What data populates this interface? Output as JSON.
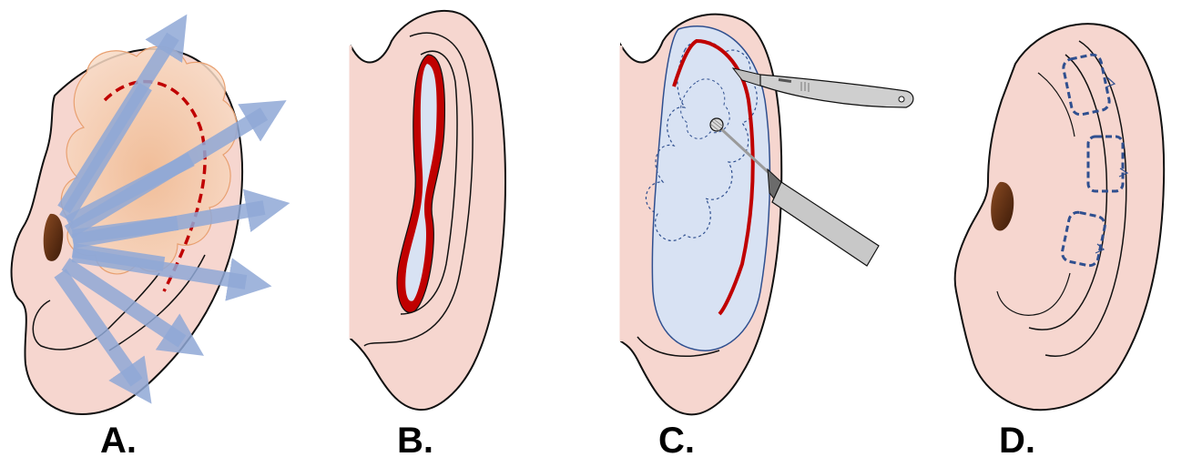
{
  "panels": [
    {
      "label": "A.",
      "icon": "ear-with-tissue-expansion-arrows"
    },
    {
      "label": "B.",
      "icon": "ear-with-elliptical-incision"
    },
    {
      "label": "C.",
      "icon": "ear-with-scalpel-and-cautery-tools"
    },
    {
      "label": "D.",
      "icon": "ear-with-dashed-flap-markings"
    }
  ],
  "colors": {
    "skin": "#f6d6cf",
    "outline": "#111111",
    "incision_red": "#c00000",
    "arrow_blue": "#8fa8d6",
    "tissue_peach": "#f2c9aa",
    "pale_blue": "#d8e2f3",
    "marking_blue": "#2f4f8f",
    "canal_brown": "#6b3a1e",
    "instrument_gray": "#c8c8c8"
  }
}
